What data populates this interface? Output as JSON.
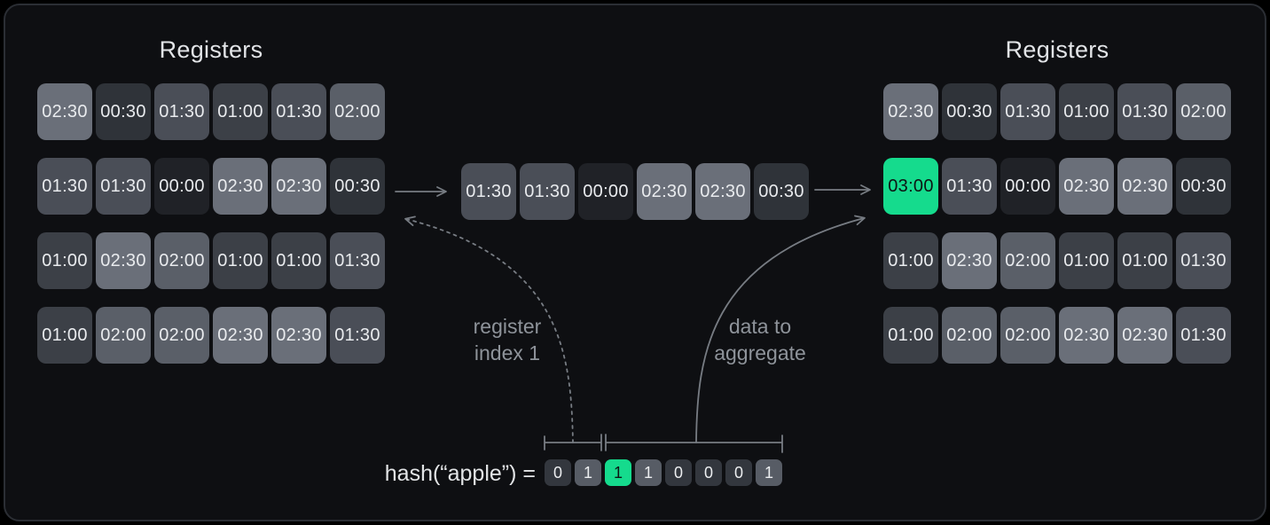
{
  "left_registers": {
    "title": "Registers",
    "rows": [
      [
        "02:30",
        "00:30",
        "01:30",
        "01:00",
        "01:30",
        "02:00"
      ],
      [
        "01:30",
        "01:30",
        "00:00",
        "02:30",
        "02:30",
        "00:30"
      ],
      [
        "01:00",
        "02:30",
        "02:00",
        "01:00",
        "01:00",
        "01:30"
      ],
      [
        "01:00",
        "02:00",
        "02:00",
        "02:30",
        "02:30",
        "01:30"
      ]
    ]
  },
  "incoming_row": {
    "cells": [
      [
        "01:30",
        "01:30",
        "00:00",
        "02:30",
        "02:30",
        "00:30"
      ]
    ]
  },
  "right_registers": {
    "title": "Registers",
    "rows": [
      [
        "02:30",
        "00:30",
        "01:30",
        "01:00",
        "01:30",
        "02:00"
      ],
      [
        "03:00",
        "01:30",
        "00:00",
        "02:30",
        "02:30",
        "00:30"
      ],
      [
        "01:00",
        "02:30",
        "02:00",
        "01:00",
        "01:00",
        "01:30"
      ],
      [
        "01:00",
        "02:00",
        "02:00",
        "02:30",
        "02:30",
        "01:30"
      ]
    ],
    "highlight": {
      "row": 1,
      "col": 0,
      "value": "03:00"
    }
  },
  "annotations": {
    "register_index": {
      "line1": "register",
      "line2": "index 1"
    },
    "data_aggregate": {
      "line1": "data to",
      "line2": "aggregate"
    }
  },
  "hash": {
    "expression": "hash(“apple”) =",
    "bits": [
      [
        "0",
        "1",
        "1",
        "1",
        "0",
        "0",
        "0",
        "1"
      ]
    ],
    "highlight_index": 2,
    "index_bits_count": 2
  },
  "colors": {
    "background": "#000000",
    "card_background": "#0e0f12",
    "card_border": "#2b2e34",
    "accent_green": "#15db8d",
    "highlight_value": "03:00",
    "highlight_text": "#0d1513",
    "line_gray": "#777c83",
    "label_gray": "#8e939a",
    "cell_text": "#e9ebee",
    "bit_zero": "#33373e",
    "bit_one": "#575c65",
    "value_map": {
      "00:00": "#202227",
      "00:30": "#2f3339",
      "01:00": "#3c4047",
      "01:30": "#4a4e57",
      "02:00": "#5a5f68",
      "02:30": "#6a6f79",
      "03:00": "#15db8d"
    }
  }
}
